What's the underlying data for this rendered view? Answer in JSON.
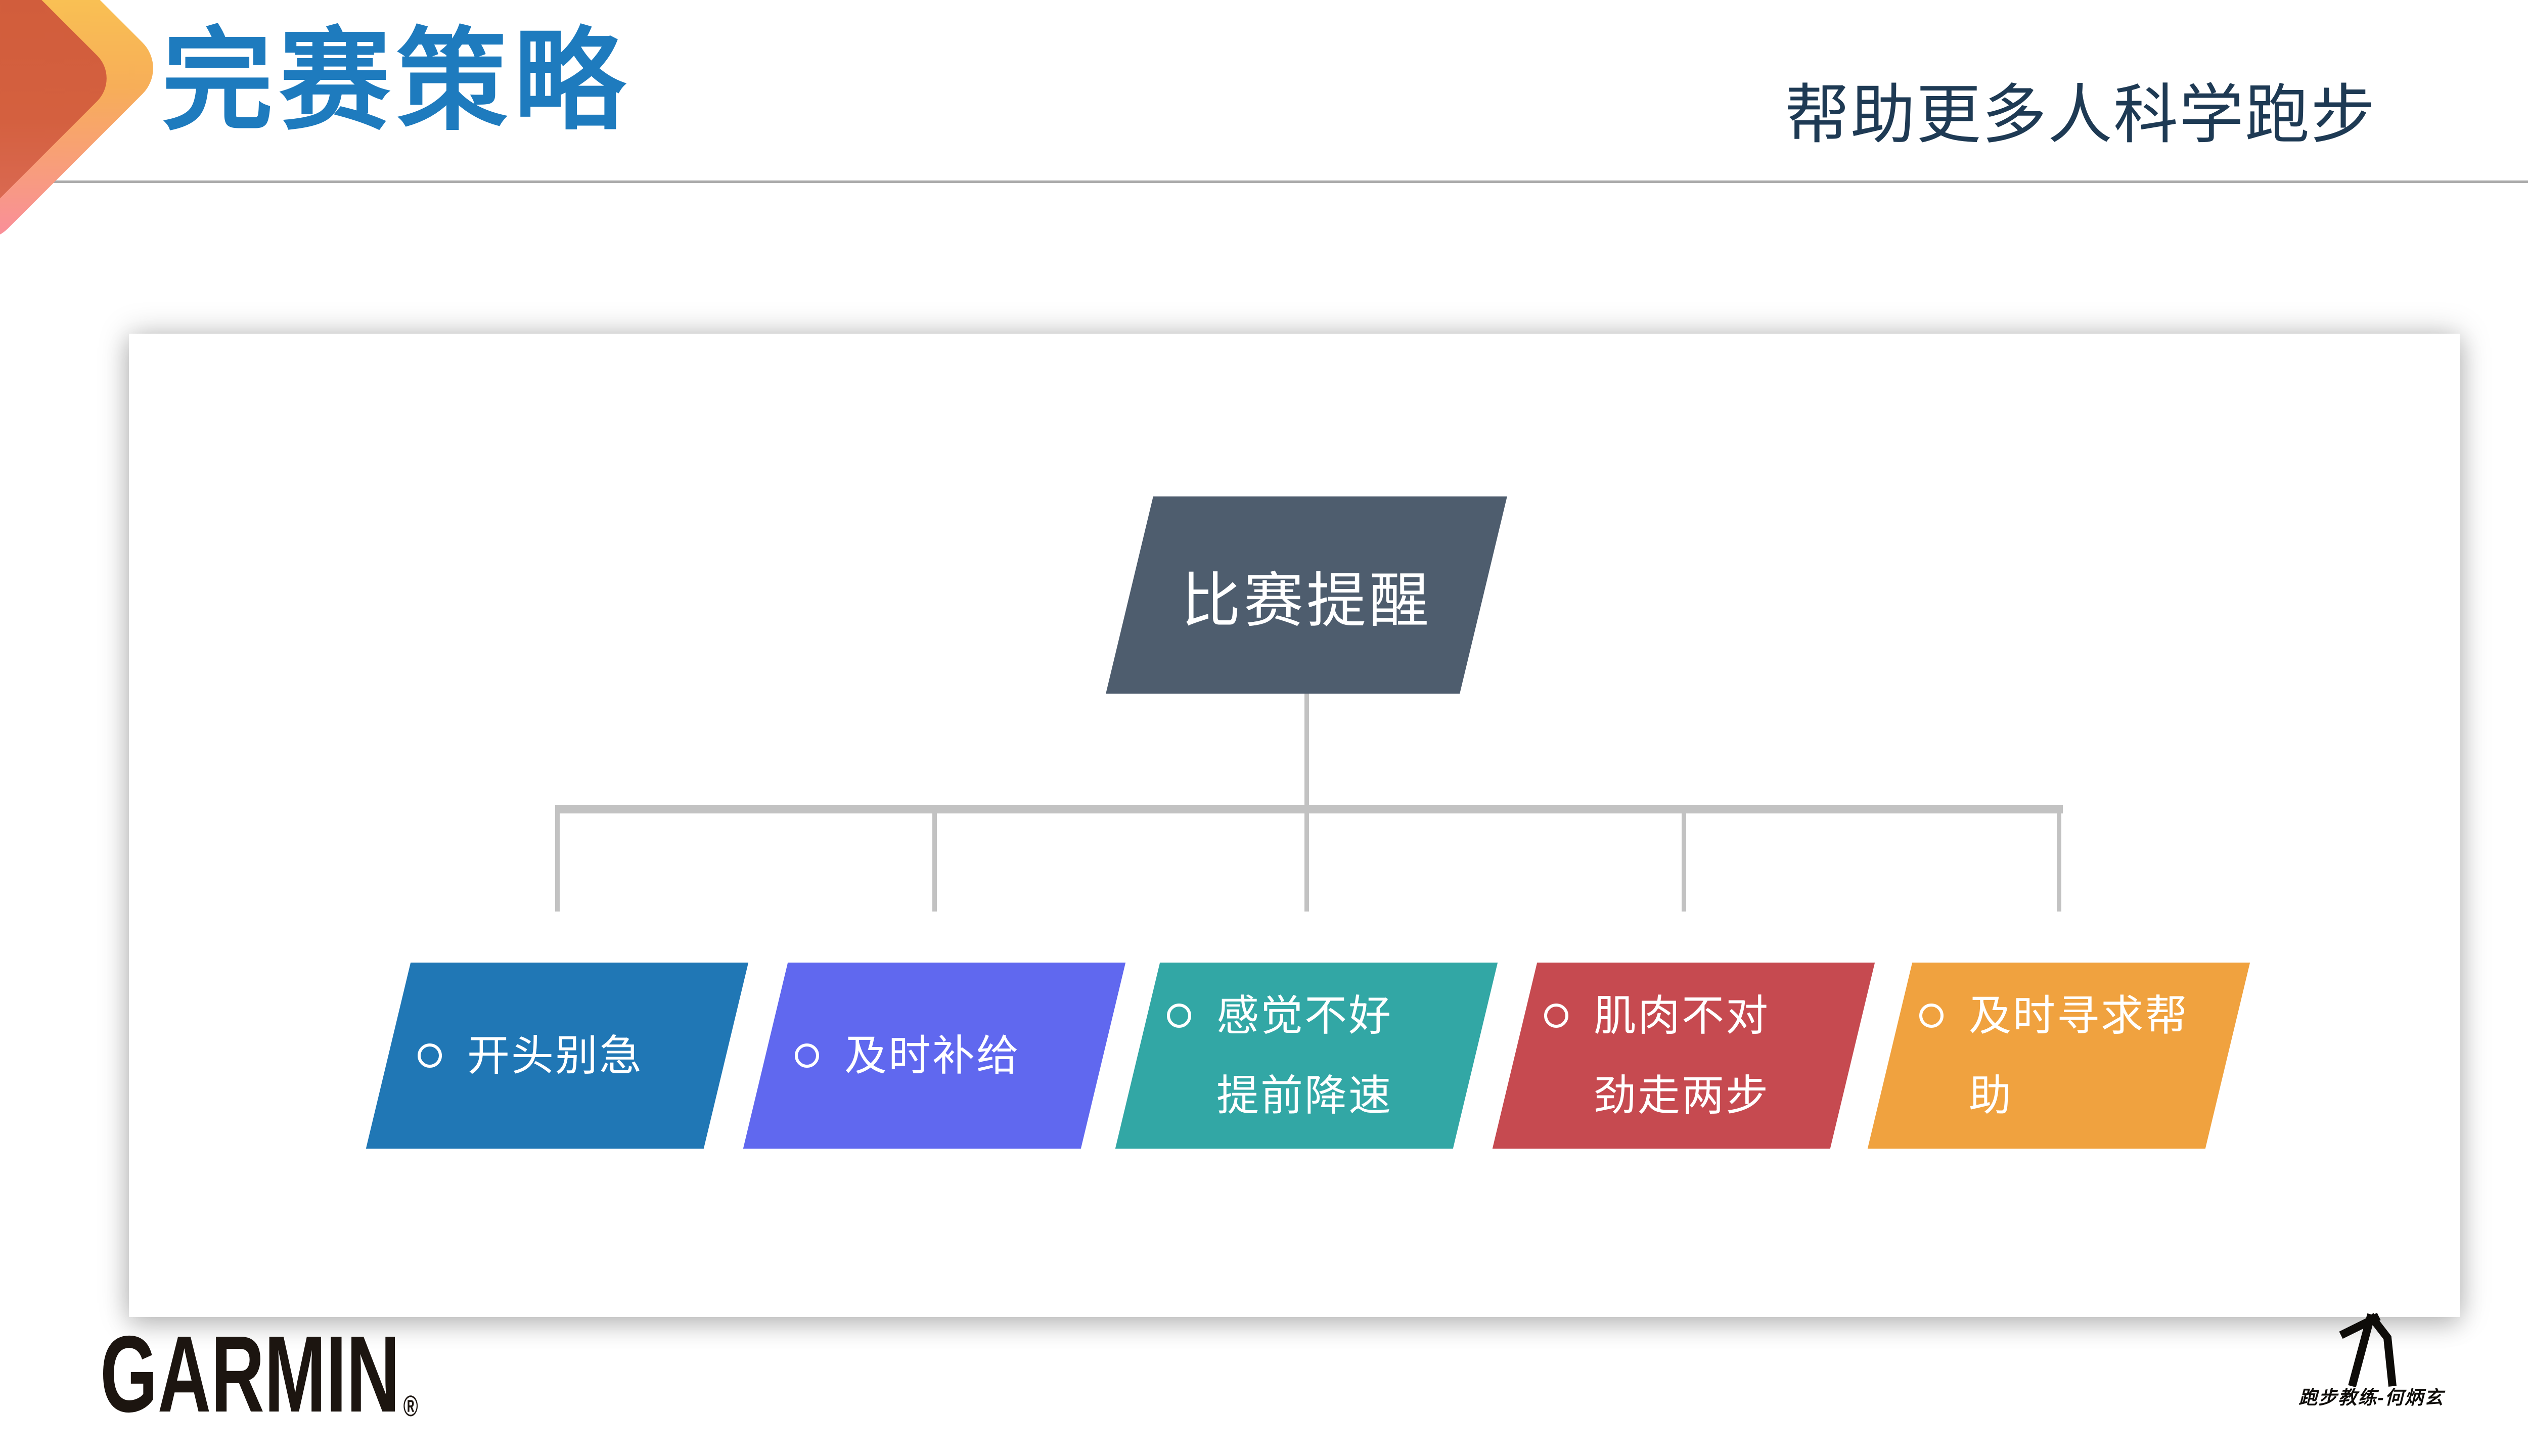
{
  "header": {
    "title": "完赛策略",
    "tagline": "帮助更多人科学跑步"
  },
  "theme": {
    "title_color": "#1E7BBE",
    "tagline_color": "#1E3A54",
    "connector_color": "#C2C2C2",
    "deco_red": "#D05C3B",
    "deco_yellow": "#FBCF4E",
    "deco_pink": "#F98E9B"
  },
  "diagram": {
    "root": {
      "label": "比赛提醒",
      "color": "#4E5D6E"
    },
    "branches": [
      {
        "lines": [
          "开头别急"
        ],
        "color": "#2077B5"
      },
      {
        "lines": [
          "及时补给"
        ],
        "color": "#6068EF"
      },
      {
        "lines": [
          "感觉不好",
          "提前降速"
        ],
        "color": "#32A7A5"
      },
      {
        "lines": [
          "肌肉不对",
          "劲走两步"
        ],
        "color": "#C64A50"
      },
      {
        "lines": [
          "及时寻求帮",
          "助"
        ],
        "color": "#F0A23F"
      }
    ]
  },
  "footer": {
    "brand": "GARMIN",
    "registered": "®",
    "credit": "跑步教练-何炳玄"
  }
}
